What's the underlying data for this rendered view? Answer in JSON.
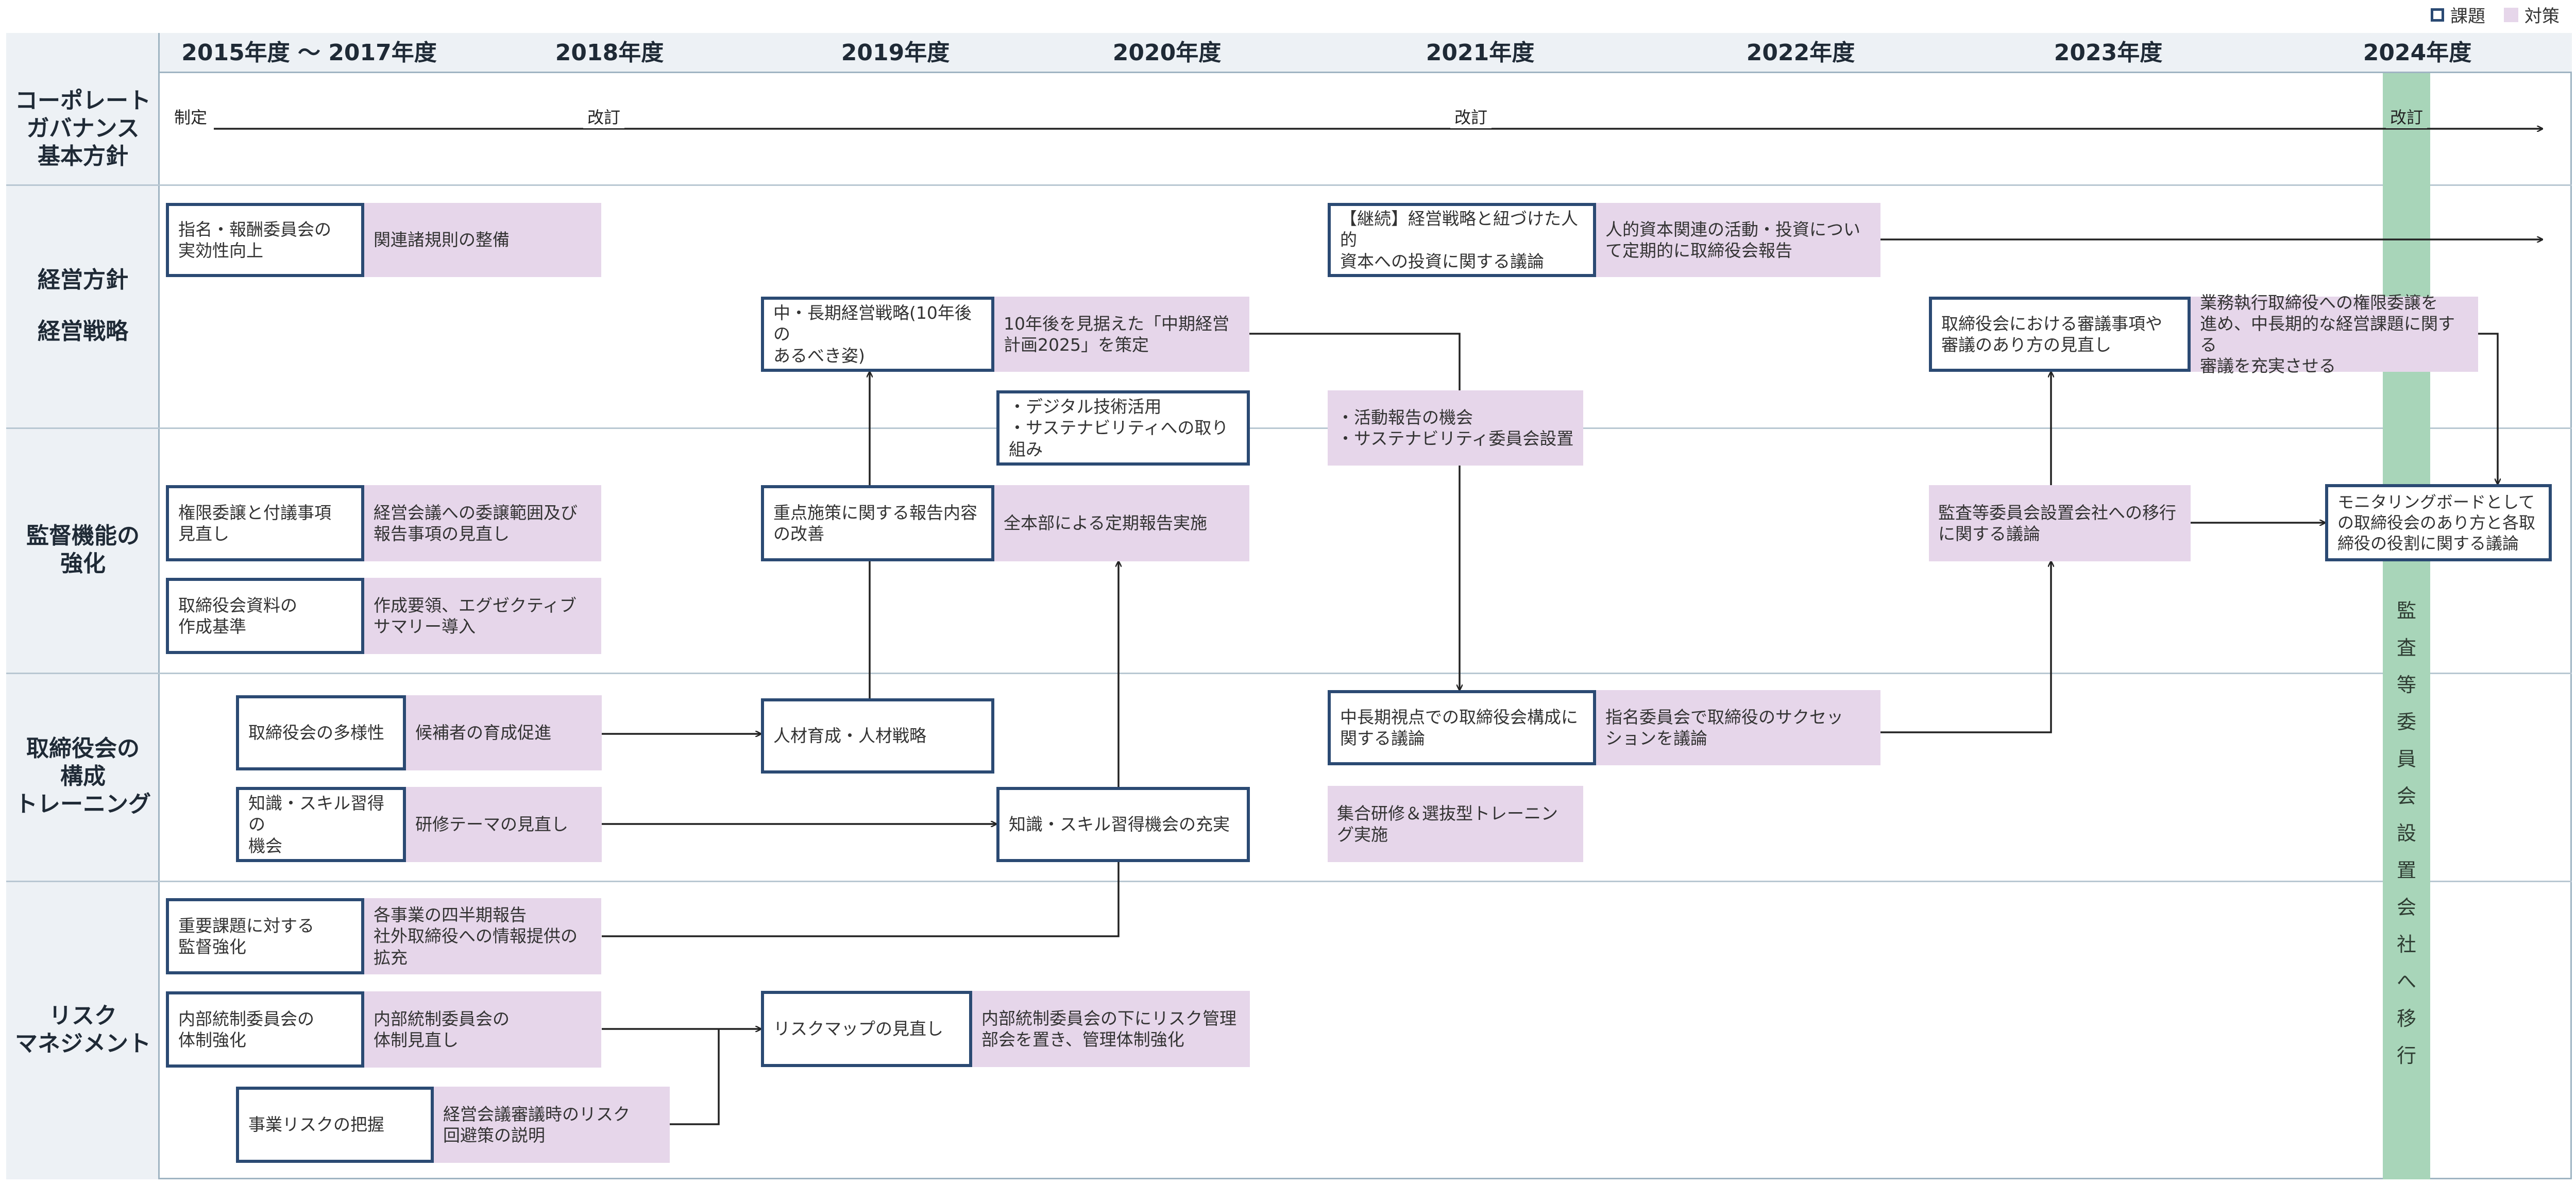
{
  "legend": {
    "kadai": "課題",
    "taisaku": "対策"
  },
  "years": [
    "2015年度 〜 2017年度",
    "2018年度",
    "2019年度",
    "2020年度",
    "2021年度",
    "2022年度",
    "2023年度",
    "2024年度"
  ],
  "rows": {
    "cg": "コーポレート\nガバナンス\n基本方針",
    "mgmt_a": "経営方針",
    "mgmt_b": "経営戦略",
    "supervision": "監督機能の\n強化",
    "board": "取締役会の\n構成\nトレーニング",
    "risk": "リスク\nマネジメント"
  },
  "timeline": {
    "seitei": "制定",
    "kaitei_2018": "改訂",
    "kaitei_2021": "改訂",
    "kaitei_2024": "改訂"
  },
  "transition_text": "監査等委員会設置会社へ移行",
  "boxes": {
    "nom_kadai": "指名・報酬委員会の\n実効性向上",
    "nom_taisaku": "関連諸規則の整備",
    "hr_kadai": "【継続】経営戦略と紐づけた人的\n資本への投資に関する議論",
    "hr_taisaku": "人的資本関連の活動・投資につい\nて定期的に取締役会報告",
    "longterm_kadai": "中・長期経営戦略(10年後の\nあるべき姿)",
    "longterm_taisaku": "10年後を見据えた「中期経営\n計画2025」を策定",
    "agenda_kadai": "取締役会における審議事項や\n審議のあり方の見直し",
    "agenda_taisaku": "業務執行取締役への権限委譲を\n進め、中長期的な経営課題に関する\n審議を充実させる",
    "digital_kadai": "・デジタル技術活用\n・サステナビリティへの取り組み",
    "activity_taisaku": "・活動報告の機会\n・サステナビリティ委員会設置",
    "authority_kadai": "権限委譲と付議事項\n見直し",
    "authority_taisaku": "経営会議への委譲範囲及び\n報告事項の見直し",
    "priority_kadai": "重点施策に関する報告内容\nの改善",
    "priority_taisaku": "全本部による定期報告実施",
    "audit_kadai": "監査等委員会設置会社への移行\nに関する議論",
    "monitoring_kadai": "モニタリングボードとして\nの取締役会のあり方と各取\n締役の役割に関する議論",
    "material_kadai": "取締役会資料の\n作成基準",
    "material_taisaku": "作成要領、エグゼクティブ\nサマリー導入",
    "diversity_kadai": "取締役会の多様性",
    "diversity_taisaku": "候補者の育成促進",
    "talent_kadai": "人材育成・人材戦略",
    "composition_kadai": "中長期視点での取締役会構成に\n関する議論",
    "succession_taisaku": "指名委員会で取締役のサクセッ\nションを議論",
    "skill_kadai": "知識・スキル習得の\n機会",
    "skill_taisaku": "研修テーマの見直し",
    "skillplus_kadai": "知識・スキル習得機会の充実",
    "training_taisaku": "集合研修＆選抜型トレーニン\nグ実施",
    "important_kadai": "重要課題に対する\n監督強化",
    "important_taisaku": "各事業の四半期報告\n社外取締役への情報提供の\n拡充",
    "internal_kadai": "内部統制委員会の\n体制強化",
    "internal_taisaku": "内部統制委員会の\n体制見直し",
    "riskmap_kadai": "リスクマップの見直し",
    "riskmap_taisaku": "内部統制委員会の下にリスク管理\n部会を置き、管理体制強化",
    "bizrisk_kadai": "事業リスクの把握",
    "bizrisk_taisaku": "経営会議審議時のリスク\n回避策の説明"
  }
}
